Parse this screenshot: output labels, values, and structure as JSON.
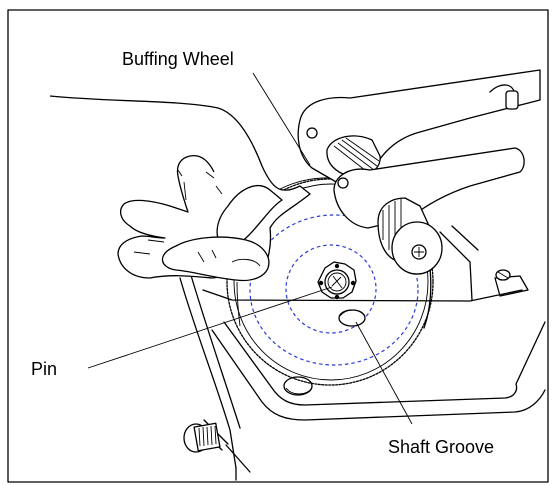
{
  "figure": {
    "labels": {
      "buffing_wheel": "Buffing Wheel",
      "pin": "Pin",
      "shaft_groove": "Shaft Groove"
    },
    "line_color": "#000000",
    "guide_circle_color": "#2b3bd6"
  }
}
